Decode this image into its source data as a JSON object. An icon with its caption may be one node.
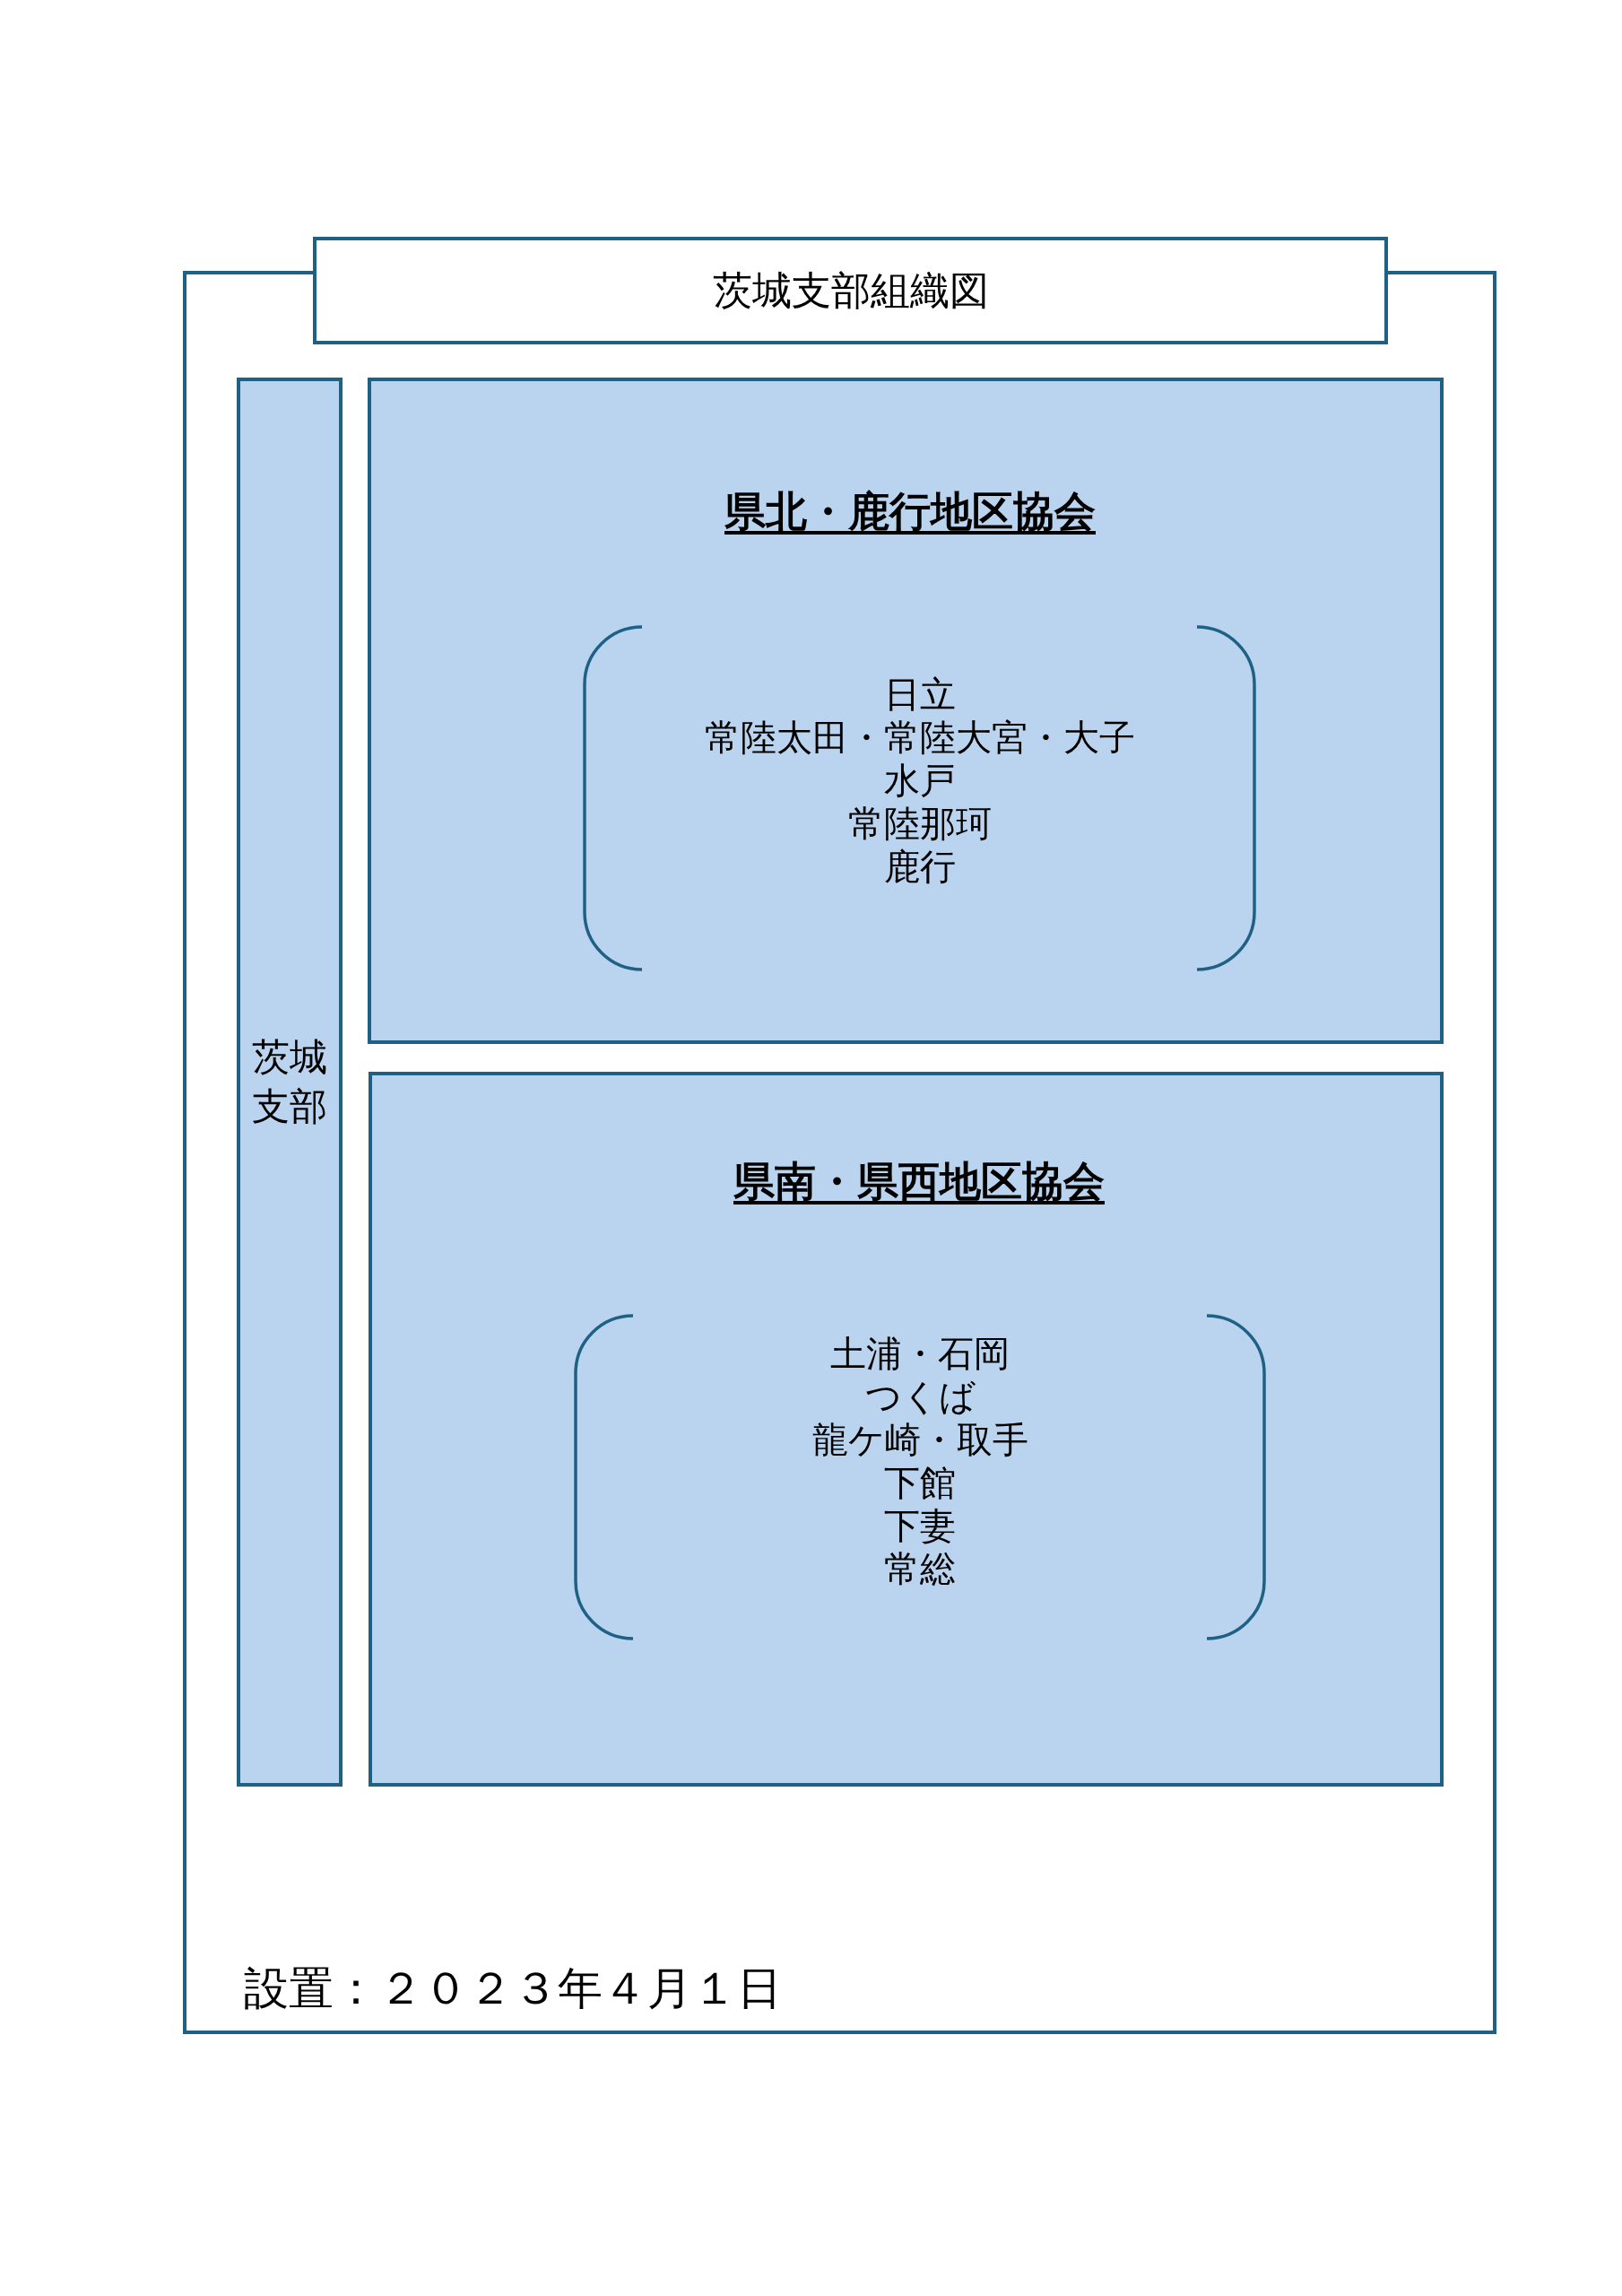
{
  "diagram": {
    "nodes": [
      {
        "text": [
          "設置：２０２３年４月１日"
        ]
      },
      {
        "text": [
          "茨城支部組織図"
        ]
      },
      {
        "text": [
          "茨城支部"
        ],
        "in": 0
      },
      {
        "text": [
          "県北・鹿行地区協会"
        ],
        "in": 0
      },
      {
        "text": [
          "日立",
          "常陸太田・常陸大宮・大子",
          "水戸",
          "常陸那珂",
          "鹿行"
        ],
        "in": 3
      },
      {
        "text": [
          "県南・県西地区協会"
        ],
        "in": 0
      },
      {
        "text": [
          "土浦・石岡",
          "つくば",
          "龍ケ崎・取手",
          "下館",
          "下妻",
          "常総"
        ],
        "in": 5
      }
    ]
  }
}
